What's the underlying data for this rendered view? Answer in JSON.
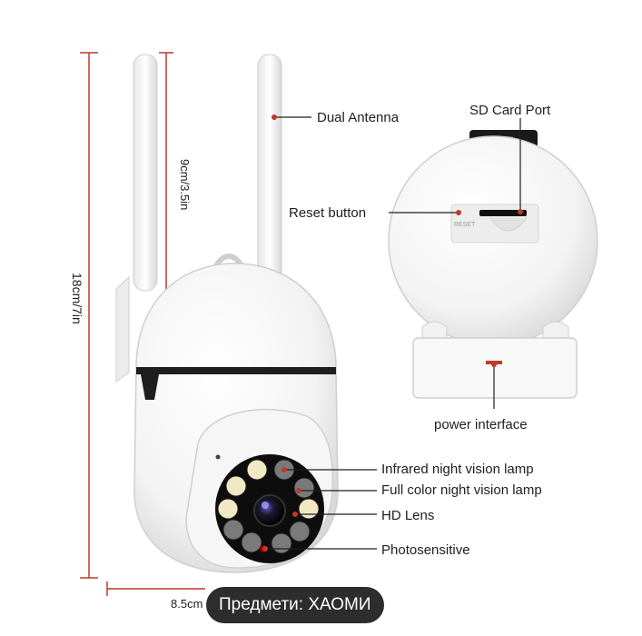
{
  "callouts": {
    "dual_antenna": "Dual Antenna",
    "sd_card_port": "SD Card Port",
    "reset_button": "Reset button",
    "power_interface": "power interface",
    "infrared_lamp": "Infrared night vision lamp",
    "full_color_lamp": "Full color night vision lamp",
    "hd_lens": "HD Lens",
    "photosensitive": "Photosensitive"
  },
  "dimensions": {
    "height_total": "18cm/7in",
    "antenna_height": "9cm/3.5in",
    "width": "8.5cm"
  },
  "device_marking": "RESET",
  "caption": "Предмети: ХАОМИ",
  "colors": {
    "dimension_line": "#c0392b",
    "callout_dot": "#c0392b",
    "body": "#ffffff",
    "outline": "#cfcfcf"
  }
}
